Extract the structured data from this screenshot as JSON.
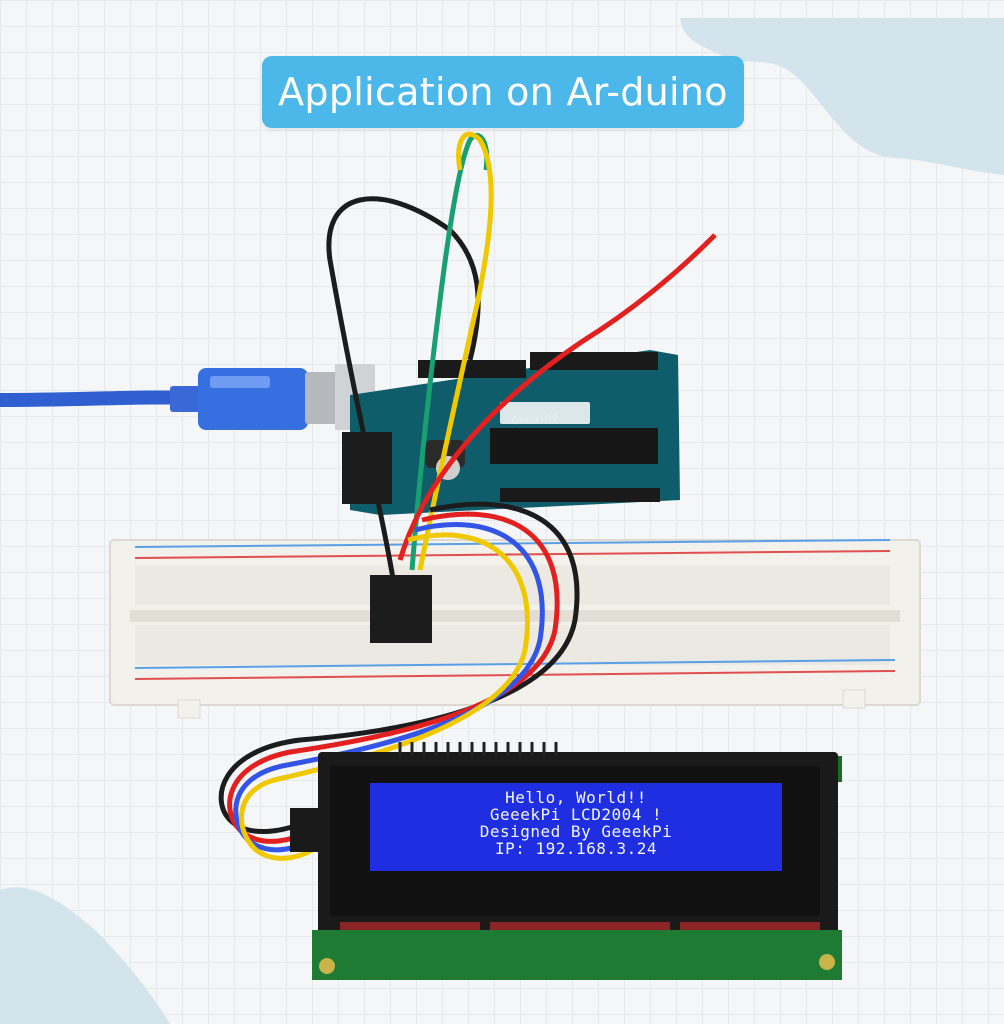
{
  "banner": {
    "title": "Application on Ar-duino"
  },
  "board": {
    "label": "Genuino"
  },
  "lcd": {
    "lines": [
      "Hello, World!!",
      "GeeekPi LCD2004 !",
      "Designed By GeeekPi",
      "IP: 192.168.3.24"
    ]
  },
  "colors": {
    "banner": "#4cb8ea",
    "lcd_screen": "#1f2ee0",
    "board": "#0f5d6b",
    "breadboard": "#f3f1ec",
    "usb_cable": "#2f5fd0"
  }
}
